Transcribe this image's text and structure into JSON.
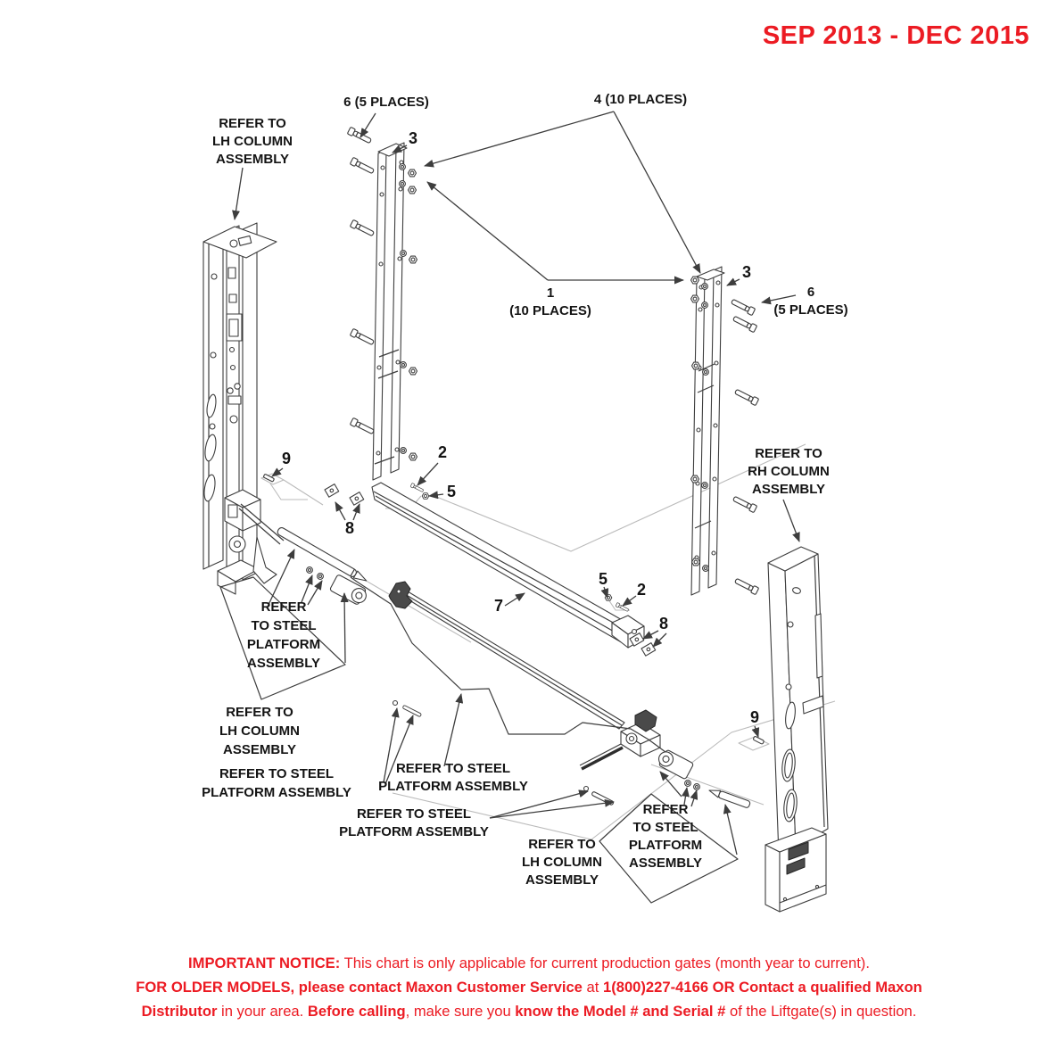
{
  "header": {
    "date_range": "SEP 2013 - DEC 2015"
  },
  "colors": {
    "accent_red": "#ec1b23",
    "diagram_line": "#3d3d3d",
    "phantom_line": "#bbbbbb"
  },
  "callouts": {
    "refer_lh_top": [
      "REFER TO",
      "LH COLUMN",
      "ASSEMBLY"
    ],
    "six_places_top": "6 (5 PLACES)",
    "three_left": "3",
    "four_places": "4 (10 PLACES)",
    "one_places": [
      "1",
      "(10 PLACES)"
    ],
    "three_right": "3",
    "six_right": [
      "6",
      "(5 PLACES)"
    ],
    "refer_rh": [
      "REFER TO",
      "RH COLUMN",
      "ASSEMBLY"
    ],
    "nine_left": "9",
    "two_left": "2",
    "five_left": "5",
    "eight_left": "8",
    "seven": "7",
    "five_right": "5",
    "two_right": "2",
    "eight_right": "8",
    "nine_right": "9",
    "refer_steel_1": [
      "REFER",
      "TO STEEL",
      "PLATFORM",
      "ASSEMBLY"
    ],
    "refer_lh_mid": [
      "REFER TO",
      "LH COLUMN",
      "ASSEMBLY"
    ],
    "refer_steel_2": [
      "REFER TO STEEL",
      "PLATFORM ASSEMBLY"
    ],
    "refer_steel_3": [
      "REFER TO STEEL",
      "PLATFORM ASSEMBLY"
    ],
    "refer_steel_4": [
      "REFER TO STEEL",
      "PLATFORM ASSEMBLY"
    ],
    "refer_lh_bottom": [
      "REFER TO",
      "LH COLUMN",
      "ASSEMBLY"
    ],
    "refer_steel_5": [
      "REFER",
      "TO STEEL",
      "PLATFORM",
      "ASSEMBLY"
    ]
  },
  "notice": {
    "line1": [
      {
        "text": "IMPORTANT NOTICE:",
        "bold": true
      },
      {
        "text": " This chart is only applicable for current production gates (month year to current).",
        "bold": false
      }
    ],
    "line2": [
      {
        "text": "FOR OLDER MODELS, please contact Maxon Customer Service",
        "bold": true
      },
      {
        "text": " at ",
        "bold": false
      },
      {
        "text": "1(800)227-4166 OR Contact a qualified Maxon",
        "bold": true
      }
    ],
    "line3": [
      {
        "text": "Distributor",
        "bold": true
      },
      {
        "text": " in your area. ",
        "bold": false
      },
      {
        "text": "Before calling",
        "bold": true
      },
      {
        "text": ", make sure you ",
        "bold": false
      },
      {
        "text": "know the Model # and Serial #",
        "bold": true
      },
      {
        "text": " of the Liftgate(s) in question.",
        "bold": false
      }
    ]
  }
}
